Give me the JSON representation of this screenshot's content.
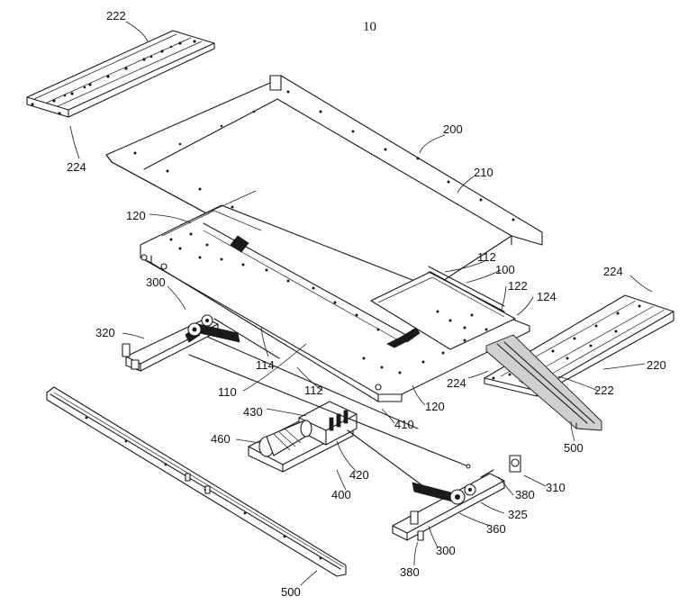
{
  "figure": {
    "number": "10"
  },
  "labels": {
    "l222_top": "222",
    "l224_top": "224",
    "l200": "200",
    "l210": "210",
    "l120_top": "120",
    "l112_top": "112",
    "l100": "100",
    "l122": "122",
    "l124": "124",
    "l224_right_top": "224",
    "l300_left": "300",
    "l320": "320",
    "l114": "114",
    "l110": "110",
    "l112_mid": "112",
    "l430": "430",
    "l120_bot": "120",
    "l410": "410",
    "l224_right_mid": "224",
    "l220": "220",
    "l222_right": "222",
    "l460": "460",
    "l420": "420",
    "l400": "400",
    "l500_right": "500",
    "l380_right": "380",
    "l310": "310",
    "l325": "325",
    "l360": "360",
    "l300_bot": "300",
    "l380_bot": "380",
    "l500_bot": "500"
  }
}
